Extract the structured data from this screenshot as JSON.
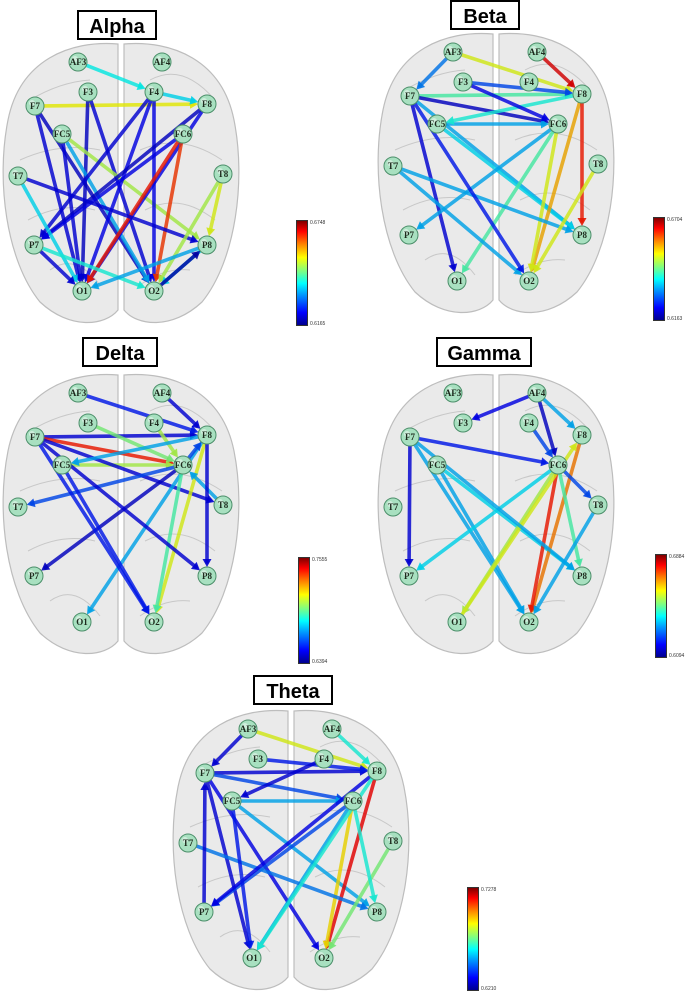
{
  "panels": [
    {
      "id": "alpha",
      "title": "Alpha",
      "colorbar": {
        "max": "0.6748",
        "min": "0.6165"
      },
      "edges": [
        [
          "F7",
          "F8",
          0.62
        ],
        [
          "AF3",
          "F4",
          0.38
        ],
        [
          "F4",
          "F8",
          0.35
        ],
        [
          "F3",
          "O1",
          0.08
        ],
        [
          "F3",
          "O2",
          0.1
        ],
        [
          "F7",
          "O1",
          0.1
        ],
        [
          "F7",
          "O2",
          0.08
        ],
        [
          "FC5",
          "O1",
          0.1
        ],
        [
          "FC5",
          "P8",
          0.55
        ],
        [
          "FC5",
          "O2",
          0.3
        ],
        [
          "F4",
          "O1",
          0.12
        ],
        [
          "F4",
          "P7",
          0.1
        ],
        [
          "F4",
          "O2",
          0.12
        ],
        [
          "F8",
          "O1",
          0.12
        ],
        [
          "F8",
          "P7",
          0.08
        ],
        [
          "FC6",
          "O1",
          0.85
        ],
        [
          "FC6",
          "O2",
          0.82
        ],
        [
          "FC6",
          "P7",
          0.12
        ],
        [
          "T7",
          "P8",
          0.1
        ],
        [
          "T7",
          "O1",
          0.35
        ],
        [
          "T8",
          "O2",
          0.55
        ],
        [
          "P7",
          "O1",
          0.1
        ],
        [
          "P7",
          "O2",
          0.4
        ],
        [
          "P8",
          "O1",
          0.3
        ],
        [
          "P8",
          "O2",
          0.35
        ],
        [
          "O2",
          "P8",
          0.05
        ],
        [
          "T8",
          "P8",
          0.6
        ]
      ]
    },
    {
      "id": "beta",
      "title": "Beta",
      "colorbar": {
        "max": "0.6704",
        "min": "0.6163"
      },
      "edges": [
        [
          "AF3",
          "F8",
          0.6
        ],
        [
          "AF4",
          "F8",
          0.9
        ],
        [
          "F7",
          "F8",
          0.45
        ],
        [
          "F3",
          "F8",
          0.2
        ],
        [
          "AF3",
          "F7",
          0.25
        ],
        [
          "F7",
          "FC6",
          0.08
        ],
        [
          "F7",
          "O1",
          0.1
        ],
        [
          "F7",
          "P8",
          0.3
        ],
        [
          "FC5",
          "FC6",
          0.3
        ],
        [
          "FC5",
          "P8",
          0.35
        ],
        [
          "F8",
          "FC5",
          0.4
        ],
        [
          "F8",
          "O2",
          0.7
        ],
        [
          "F8",
          "P8",
          0.85
        ],
        [
          "FC6",
          "P7",
          0.3
        ],
        [
          "FC6",
          "O1",
          0.45
        ],
        [
          "FC6",
          "O2",
          0.6
        ],
        [
          "T7",
          "O2",
          0.3
        ],
        [
          "T7",
          "P8",
          0.3
        ],
        [
          "T8",
          "O2",
          0.6
        ],
        [
          "F3",
          "FC6",
          0.12
        ],
        [
          "F7",
          "O2",
          0.15
        ]
      ]
    },
    {
      "id": "delta",
      "title": "Delta",
      "colorbar": {
        "max": "0.7555",
        "min": "0.6394"
      },
      "edges": [
        [
          "F7",
          "F8",
          0.1
        ],
        [
          "F7",
          "FC6",
          0.85
        ],
        [
          "F3",
          "FC6",
          0.5
        ],
        [
          "F4",
          "FC6",
          0.55
        ],
        [
          "AF3",
          "F8",
          0.15
        ],
        [
          "AF4",
          "F8",
          0.1
        ],
        [
          "FC5",
          "FC6",
          0.55
        ],
        [
          "F7",
          "T8",
          0.1
        ],
        [
          "F8",
          "FC5",
          0.3
        ],
        [
          "FC6",
          "T7",
          0.2
        ],
        [
          "FC6",
          "P7",
          0.08
        ],
        [
          "F8",
          "O1",
          0.3
        ],
        [
          "F8",
          "O2",
          0.6
        ],
        [
          "FC6",
          "O2",
          0.45
        ],
        [
          "F7",
          "O2",
          0.15
        ],
        [
          "F7",
          "P8",
          0.1
        ],
        [
          "FC5",
          "O2",
          0.15
        ],
        [
          "T8",
          "FC6",
          0.3
        ],
        [
          "F8",
          "P8",
          0.1
        ],
        [
          "FC6",
          "F8",
          0.2
        ]
      ]
    },
    {
      "id": "gamma",
      "title": "Gamma",
      "colorbar": {
        "max": "0.6884",
        "min": "0.6094"
      },
      "edges": [
        [
          "AF4",
          "F3",
          0.12
        ],
        [
          "AF4",
          "F8",
          0.3
        ],
        [
          "AF4",
          "FC6",
          0.08
        ],
        [
          "F4",
          "FC6",
          0.2
        ],
        [
          "F7",
          "FC6",
          0.15
        ],
        [
          "F7",
          "P7",
          0.1
        ],
        [
          "FC5",
          "P8",
          0.35
        ],
        [
          "FC5",
          "O2",
          0.3
        ],
        [
          "F7",
          "O2",
          0.3
        ],
        [
          "F8",
          "O2",
          0.75
        ],
        [
          "FC6",
          "O1",
          0.55
        ],
        [
          "FC6",
          "O2",
          0.85
        ],
        [
          "FC6",
          "P8",
          0.45
        ],
        [
          "FC6",
          "P7",
          0.35
        ],
        [
          "O1",
          "F8",
          0.6
        ],
        [
          "T8",
          "O2",
          0.3
        ],
        [
          "FC6",
          "T8",
          0.2
        ],
        [
          "F7",
          "P8",
          0.3
        ]
      ]
    },
    {
      "id": "theta",
      "title": "Theta",
      "colorbar": {
        "max": "0.7278",
        "min": "0.6210"
      },
      "edges": [
        [
          "AF3",
          "F8",
          0.6
        ],
        [
          "AF4",
          "F8",
          0.4
        ],
        [
          "F7",
          "F8",
          0.1
        ],
        [
          "AF3",
          "F7",
          0.1
        ],
        [
          "F3",
          "F8",
          0.15
        ],
        [
          "F7",
          "FC6",
          0.2
        ],
        [
          "FC5",
          "FC6",
          0.3
        ],
        [
          "F7",
          "O1",
          0.1
        ],
        [
          "F7",
          "O2",
          0.12
        ],
        [
          "FC5",
          "P8",
          0.3
        ],
        [
          "F8",
          "O2",
          0.88
        ],
        [
          "FC6",
          "O2",
          0.65
        ],
        [
          "FC6",
          "P7",
          0.2
        ],
        [
          "FC6",
          "O1",
          0.3
        ],
        [
          "T7",
          "P8",
          0.25
        ],
        [
          "F8",
          "P7",
          0.12
        ],
        [
          "F8",
          "O1",
          0.4
        ],
        [
          "T8",
          "O2",
          0.5
        ],
        [
          "FC6",
          "P8",
          0.4
        ],
        [
          "F4",
          "FC5",
          0.1
        ],
        [
          "P7",
          "F7",
          0.1
        ],
        [
          "FC5",
          "O1",
          0.15
        ]
      ]
    }
  ],
  "colors": {
    "node_fill": "#a8e0c0",
    "node_stroke": "#4c8f6a",
    "brain": "#d9d9d9"
  }
}
